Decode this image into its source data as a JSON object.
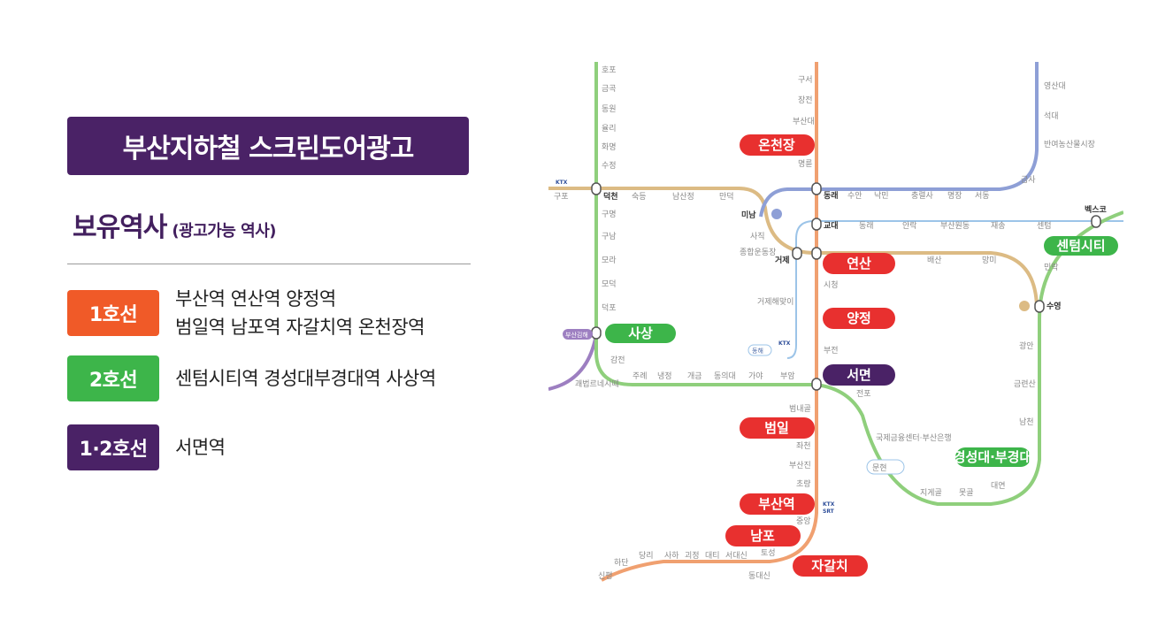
{
  "title": "부산지하철 스크린도어광고",
  "subtitle": "보유역사",
  "subtitle_note": "(광고가능 역사)",
  "lines": [
    {
      "badge": "1호선",
      "color": "#f05a28",
      "stations": [
        "부산역 연산역 양정역",
        "범일역 남포역 자갈치역 온천장역"
      ]
    },
    {
      "badge": "2호선",
      "color": "#3db54a",
      "stations": [
        "센텀시티역 경성대부경대역 사상역"
      ]
    },
    {
      "badge": "1·2호선",
      "color": "#4a2266",
      "stations": [
        "서면역"
      ]
    }
  ],
  "map": {
    "highlight_red": [
      "온천장",
      "연산",
      "양정",
      "범일",
      "부산역",
      "남포",
      "자갈치"
    ],
    "highlight_green": [
      "사상",
      "센텀시티",
      "경성대·부경대"
    ],
    "highlight_purple": [
      "서면"
    ],
    "stations_line2_left": [
      "호포",
      "금곡",
      "동원",
      "율리",
      "화명",
      "수정",
      "덕천",
      "구명",
      "구남",
      "모라",
      "모덕",
      "덕포"
    ],
    "stations_line2_bottom": [
      "감전",
      "주례",
      "냉정",
      "개금",
      "동의대",
      "가야",
      "부암"
    ],
    "stations_line2_east": [
      "전포",
      "국제금융센터·부산은행",
      "문현",
      "지게골",
      "못골",
      "대연",
      "남천",
      "금련산",
      "광안",
      "수영",
      "민락",
      "벡스코"
    ],
    "stations_line1_north": [
      "구서",
      "장전",
      "부산대",
      "명륜",
      "동래",
      "교대"
    ],
    "stations_line1_south": [
      "시청",
      "부전",
      "범내골",
      "좌천",
      "부산진",
      "초량",
      "중앙",
      "토성"
    ],
    "stations_line3": [
      "구포",
      "숙등",
      "남산정",
      "만덕",
      "미남",
      "사직",
      "종합운동장",
      "거제",
      "거제해맞이",
      "배산",
      "망미"
    ],
    "stations_line4": [
      "수안",
      "낙민",
      "충렬사",
      "명장",
      "서동",
      "금사",
      "반여농산물시장",
      "석대",
      "영산대"
    ],
    "stations_donghae": [
      "동래",
      "안락",
      "부산원동",
      "재송",
      "센텀"
    ],
    "stations_southwest": [
      "하단",
      "당리",
      "사하",
      "괴정",
      "대티",
      "서대신",
      "동대신",
      "신평"
    ],
    "misc": [
      "괘법르네시떼",
      "부산김해",
      "동해",
      "KTX",
      "SRT"
    ],
    "line_colors": {
      "line1": "#f0a070",
      "line2": "#8fcf7c",
      "line3": "#dcbb84",
      "line4": "#8e9fd6",
      "gimhae": "#9d7fc1",
      "donghae": "#9cc4e8"
    }
  }
}
